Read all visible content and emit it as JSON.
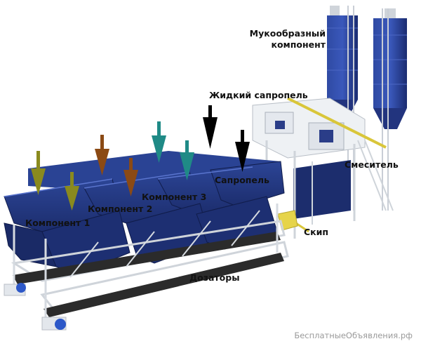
{
  "labels": {
    "powder": [
      "Мукообразный",
      "компонент"
    ],
    "liquid": "Жидкий сапропель",
    "mixer": "Смеситель",
    "sapropel": "Сапропель",
    "comp1": "Компонент 1",
    "comp2": "Компонент 2",
    "comp3": "Компонент 3",
    "skip": "Скип",
    "dosers": "Дозаторы"
  },
  "watermark": "БесплатныеОбъявления.рф",
  "colors": {
    "bin_blue": "#233a86",
    "bin_dark": "#16255e",
    "frame": "#dfe4ea",
    "skip_yellow": "#d9c63a",
    "arrow_olive": "#8a8a1e",
    "arrow_brown": "#8b4a14",
    "arrow_teal": "#1f8a86",
    "arrow_black": "#000000"
  }
}
